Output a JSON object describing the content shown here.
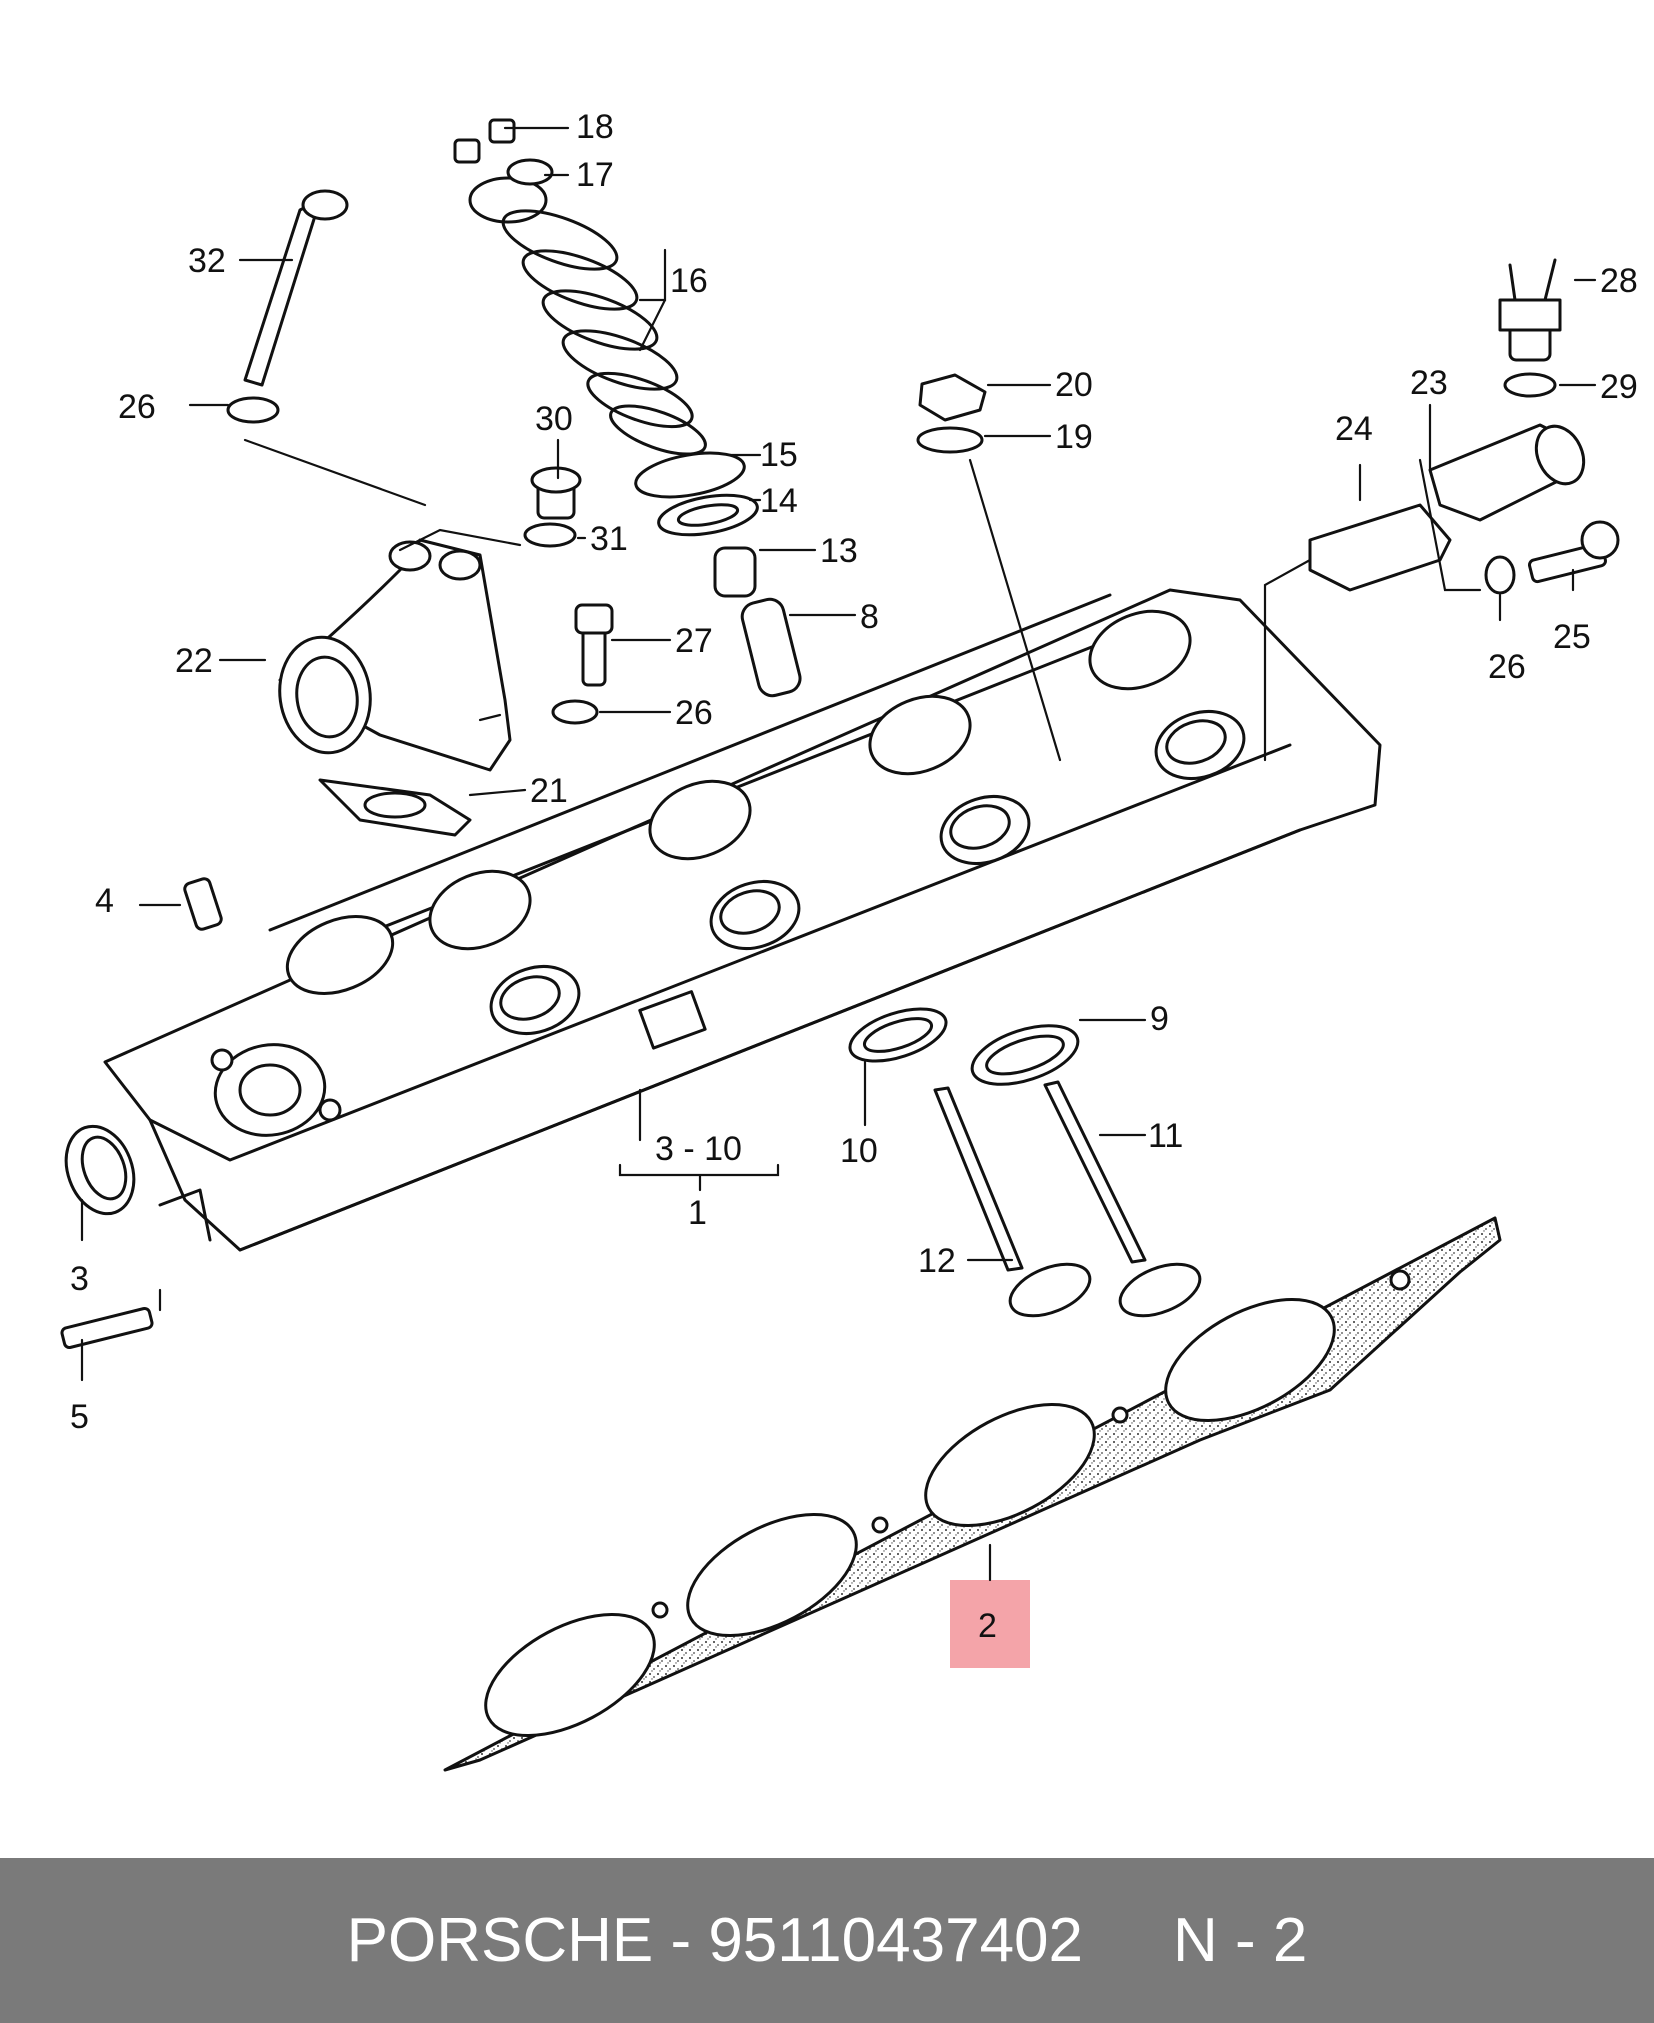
{
  "diagram": {
    "callouts": {
      "p1": "1",
      "p2": "2",
      "p3": "3",
      "p3_10": "3  - 10",
      "p4": "4",
      "p5": "5",
      "p8": "8",
      "p9": "9",
      "p10": "10",
      "p11": "11",
      "p12": "12",
      "p13": "13",
      "p14": "14",
      "p15": "15",
      "p16": "16",
      "p17": "17",
      "p18": "18",
      "p19": "19",
      "p20": "20",
      "p21": "21",
      "p22": "22",
      "p23": "23",
      "p24": "24",
      "p25": "25",
      "p26a": "26",
      "p26b": "26",
      "p26c": "26",
      "p27": "27",
      "p28": "28",
      "p29": "29",
      "p30": "30",
      "p31": "31",
      "p32": "32"
    },
    "highlight_color": "#f2949a"
  },
  "footer": {
    "brand_part": "PORSCHE - 95110437402",
    "position": "N - 2"
  }
}
